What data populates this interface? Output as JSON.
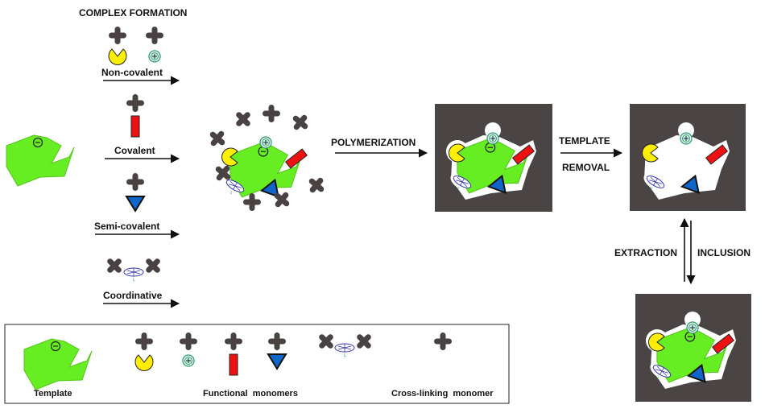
{
  "title": "COMPLEX FORMATION",
  "routes": {
    "noncovalent": "Non-covalent",
    "covalent": "Covalent",
    "semicovalent": "Semi-covalent",
    "coordinative": "Coordinative"
  },
  "steps": {
    "polymerization": "POLYMERIZATION",
    "template_removal_line1": "TEMPLATE",
    "template_removal_line2": "REMOVAL",
    "extraction": "EXTRACTION",
    "inclusion": "INCLUSION"
  },
  "legend": {
    "template": "Template",
    "functional": "Functional  monomers",
    "crosslinking": "Cross-linking  monomer"
  },
  "colors": {
    "template_green": "#66ee22",
    "crosslinker_gray": "#4a4242",
    "polymer_dark": "#4a4444",
    "yellow": "#ffee00",
    "red": "#ee1111",
    "blue": "#1166cc",
    "teal": "#2a9a6a"
  }
}
